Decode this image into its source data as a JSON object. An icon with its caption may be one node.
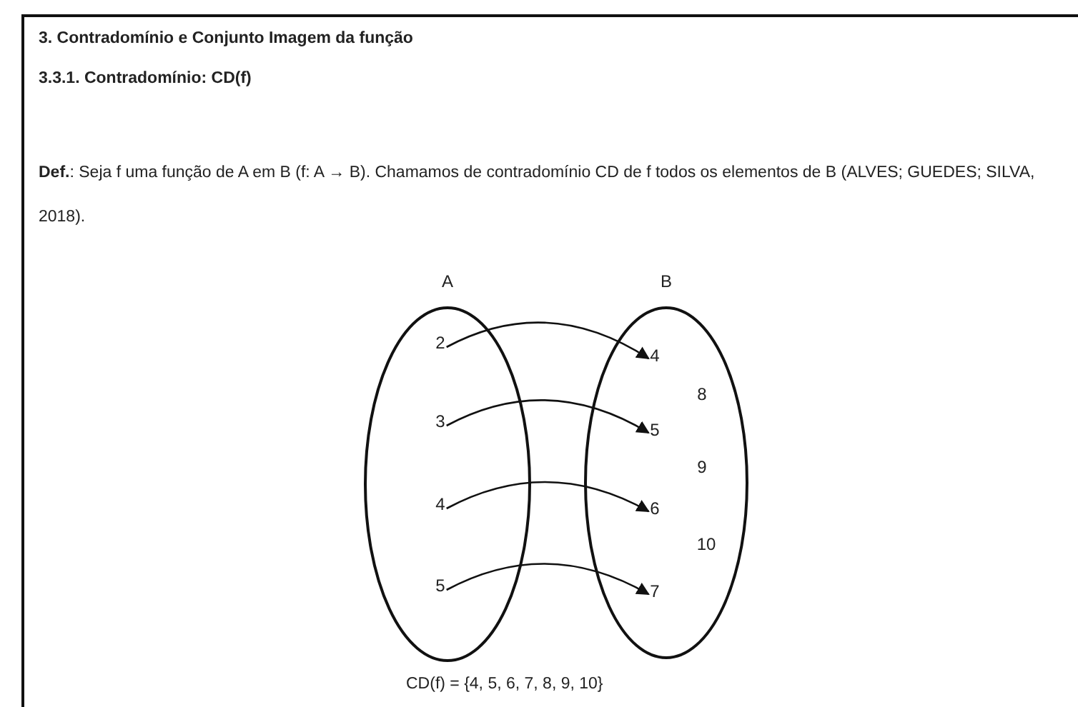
{
  "diagram": {
    "nodes": [
      {
        "text": [
          "A"
        ]
      },
      {
        "text": [
          "B"
        ]
      },
      {
        "text": [
          "2"
        ],
        "in": 0
      },
      {
        "text": [
          "3"
        ],
        "in": 0
      },
      {
        "text": [
          "4"
        ],
        "in": 0
      },
      {
        "text": [
          "5"
        ],
        "in": 0
      },
      {
        "text": [
          "4"
        ],
        "in": 1
      },
      {
        "text": [
          "8"
        ],
        "in": 1
      },
      {
        "text": [
          "5"
        ],
        "in": 1
      },
      {
        "text": [
          "9"
        ],
        "in": 1
      },
      {
        "text": [
          "6"
        ],
        "in": 1
      },
      {
        "text": [
          "10"
        ],
        "in": 1
      },
      {
        "text": [
          "7"
        ],
        "in": 1
      }
    ],
    "edges": [
      {
        "from": 2,
        "to": 6,
        "arrow": "to"
      },
      {
        "from": 3,
        "to": 8,
        "arrow": "to"
      },
      {
        "from": 4,
        "to": 10,
        "arrow": "to"
      },
      {
        "from": 5,
        "to": 12,
        "arrow": "to"
      }
    ],
    "labels": [
      "3. Contradomínio e Conjunto Imagem da função",
      "3.3.1. Contradomínio: CD(f)",
      "**Def.**: Seja f uma função de A em B (f: A → B). Chamamos de contradomínio CD de f todos os elementos de B (ALVES; GUEDES; SILVA, 2018).",
      "CD(f) = {4, 5, 6, 7, 8, 9, 10}"
    ]
  }
}
